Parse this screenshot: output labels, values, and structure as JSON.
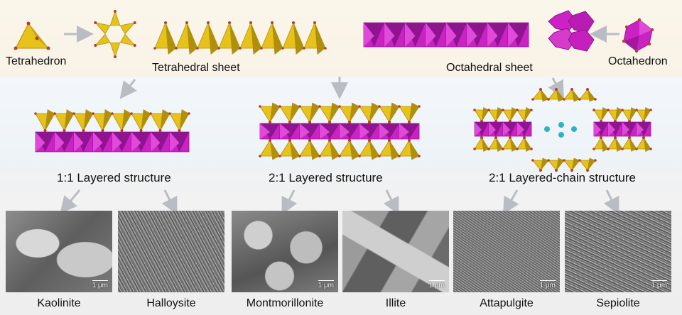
{
  "top": {
    "tetrahedron": "Tetrahedron",
    "tetrahedral_sheet": "Tetrahedral sheet",
    "octahedral_sheet": "Octahedral sheet",
    "octahedron": "Octahedron"
  },
  "structures": {
    "s11": "1:1 Layered structure",
    "s21": "2:1 Layered structure",
    "s21chain": "2:1 Layered-chain structure"
  },
  "minerals": [
    {
      "name": "Kaolinite",
      "scale": "1 μm"
    },
    {
      "name": "Halloysite",
      "scale": ""
    },
    {
      "name": "Montmorillonite",
      "scale": "1 μm"
    },
    {
      "name": "Illite",
      "scale": "1 μm"
    },
    {
      "name": "Attapulgite",
      "scale": "1 μm"
    },
    {
      "name": "Sepiolite",
      "scale": "1 μm"
    }
  ],
  "colors": {
    "tetra": "#e6c21a",
    "tetra_dark": "#b08f0c",
    "octa": "#cc22c4",
    "octa_dark": "#8e1490",
    "atom": "#c0392b",
    "ion": "#2bb5c4",
    "arrow": "#b9bcc2"
  }
}
